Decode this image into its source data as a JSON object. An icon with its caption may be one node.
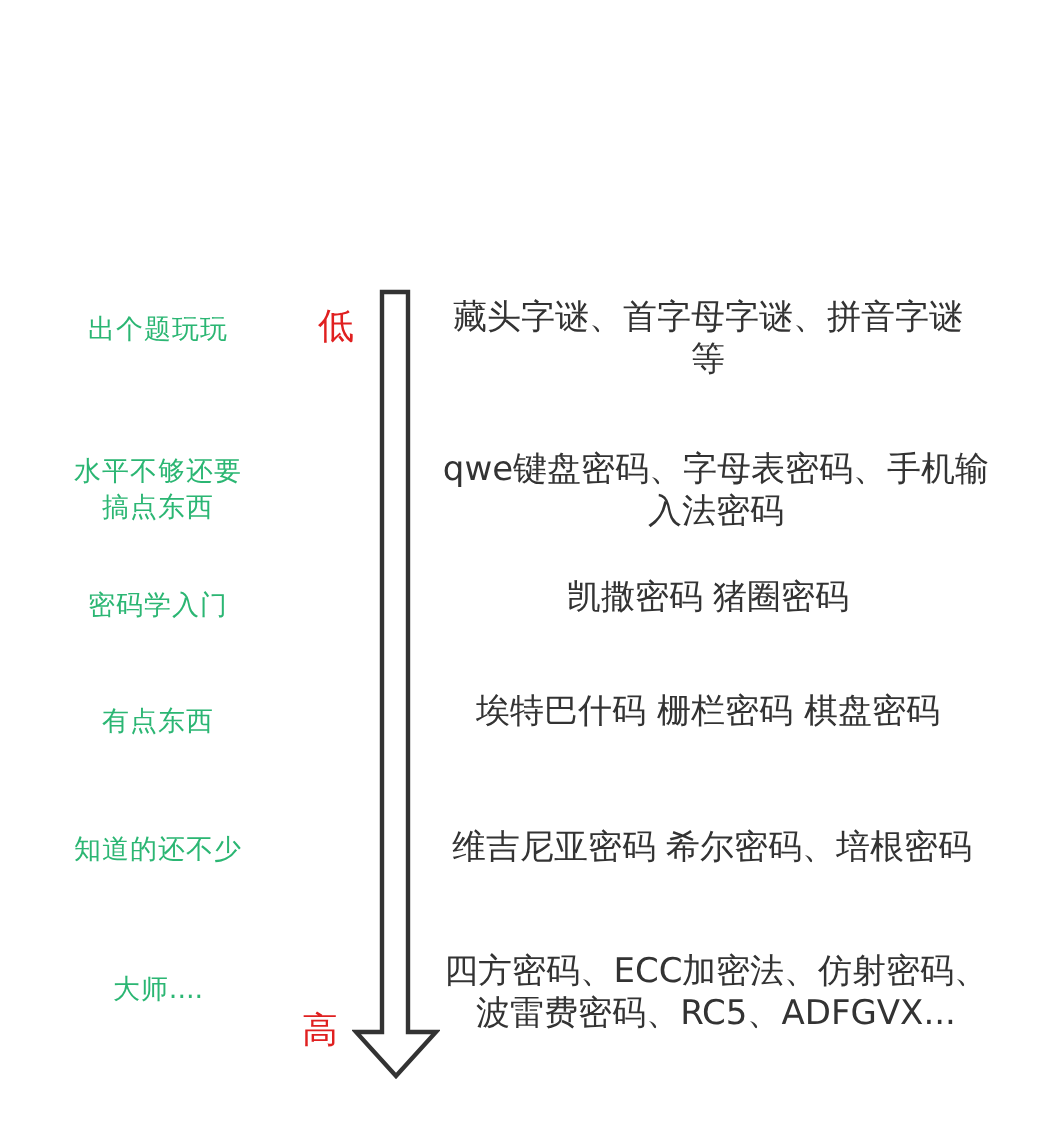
{
  "diagram": {
    "labels": [
      "出个题玩玩",
      "低",
      "藏头字谜、首字母字谜、拼音字谜等",
      "水平不够还要搞点东西",
      "qwe键盘密码、字母表密码、手机输入法密码",
      "密码学入门",
      "凯撒密码 猪圈密码",
      "有点东西",
      "埃特巴什码 栅栏密码 棋盘密码",
      "知道的还不少",
      "维吉尼亚密码 希尔密码、培根密码",
      "大师....",
      "四方密码、ECC加密法、仿射密码、波雷费密码、RC5、ADFGVX...",
      "高"
    ]
  }
}
